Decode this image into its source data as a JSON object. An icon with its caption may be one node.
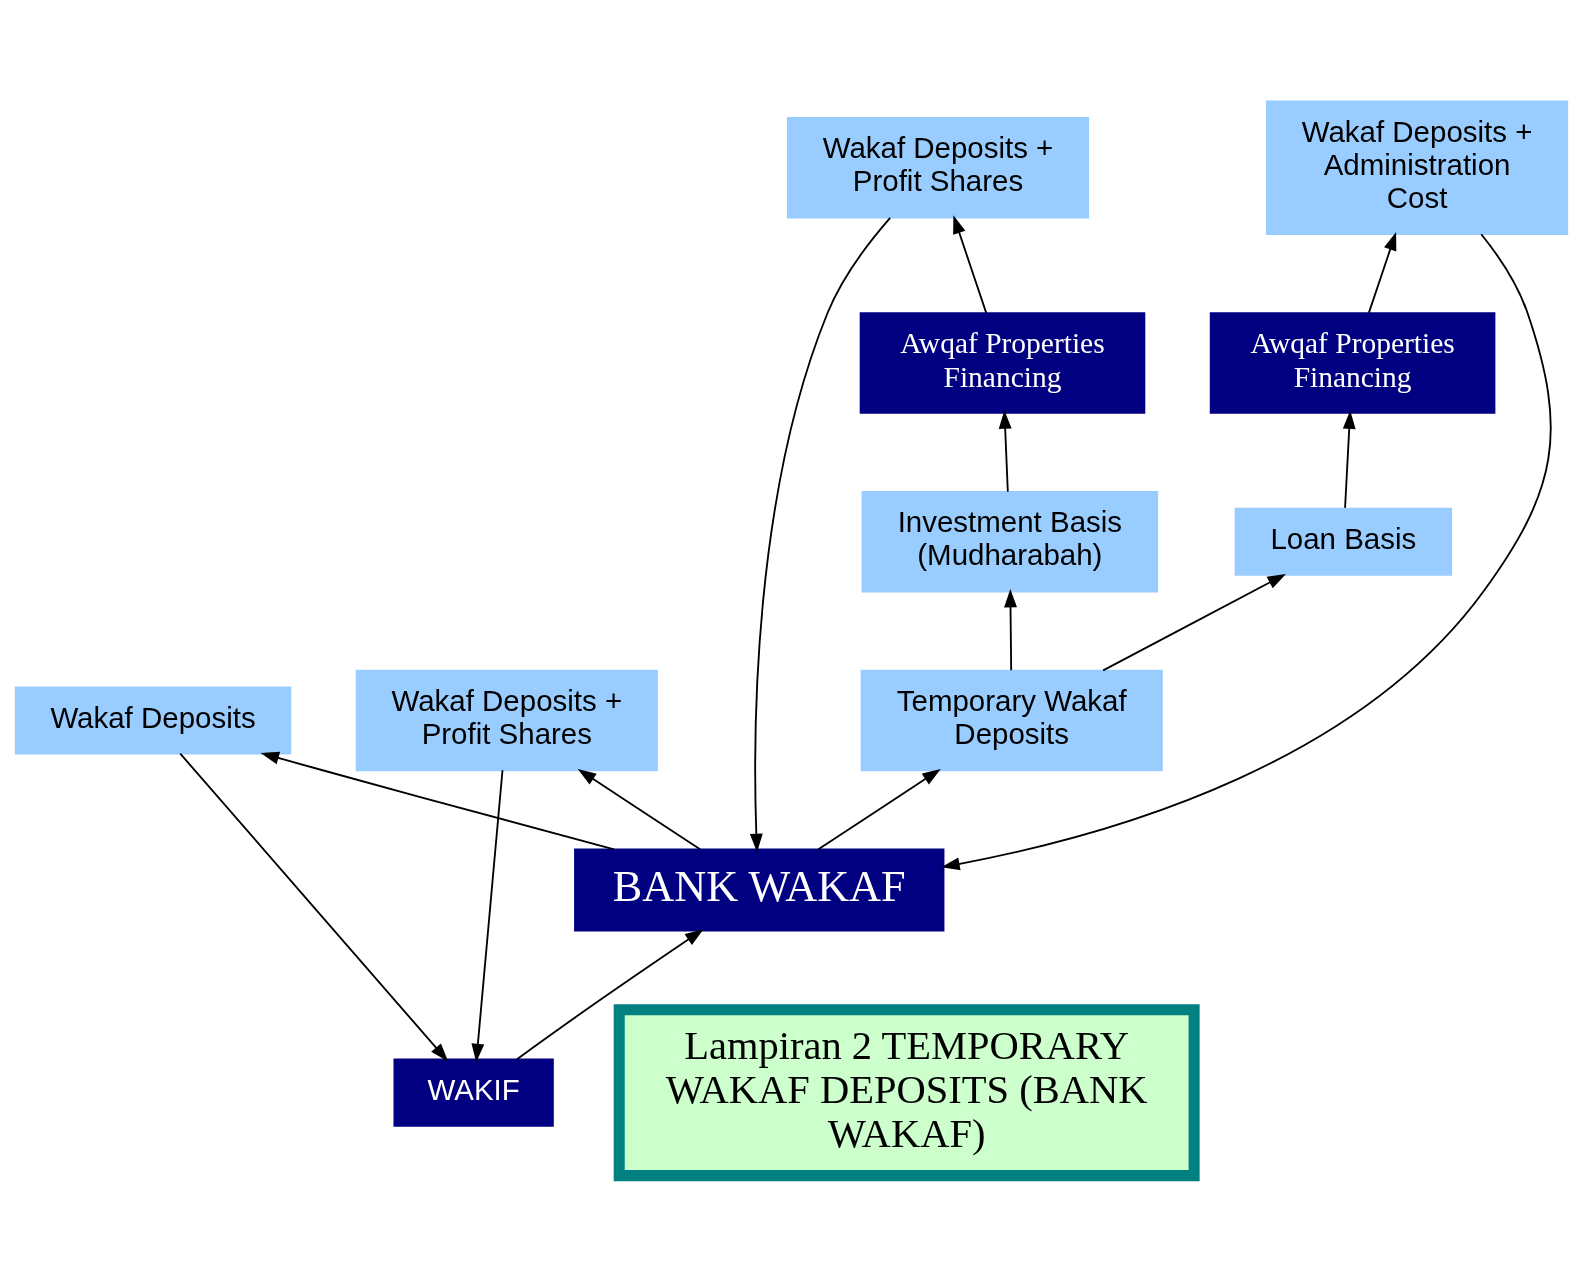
{
  "diagram": {
    "nodes": [
      {
        "text": [
          "WAKIF"
        ]
      },
      {
        "text": [
          "Wakaf Deposits"
        ]
      },
      {
        "text": [
          "Wakaf Deposits + Profit Shares"
        ]
      },
      {
        "text": [
          "BANK WAKAF"
        ]
      },
      {
        "text": [
          "Wakaf Deposits + Administration Cost"
        ]
      },
      {
        "text": [
          "Wakaf Deposits + Profit Shares"
        ]
      },
      {
        "text": [
          "Awqaf Properties Financing"
        ]
      },
      {
        "text": [
          "Awqaf Properties Financing"
        ]
      },
      {
        "text": [
          "Investment Basis (Mudharabah)"
        ]
      },
      {
        "text": [
          "Loan Basis"
        ]
      },
      {
        "text": [
          "Temporary Wakaf Deposits"
        ]
      },
      {
        "text": [
          "Lampiran 2 TEMPORARY WAKAF DEPOSITS (BANK WAKAF)"
        ]
      }
    ],
    "edges": [
      {
        "from": 0,
        "to": 3,
        "arrow": "to"
      },
      {
        "from": 3,
        "to": 2,
        "arrow": "to"
      },
      {
        "from": 2,
        "to": 0,
        "arrow": "to"
      },
      {
        "from": 3,
        "to": 1,
        "arrow": "to"
      },
      {
        "from": 1,
        "to": 0,
        "arrow": "to"
      },
      {
        "from": 4,
        "to": 3,
        "arrow": "to"
      },
      {
        "from": 5,
        "to": 3,
        "arrow": "to"
      },
      {
        "from": 6,
        "to": 5,
        "arrow": "to"
      },
      {
        "from": 7,
        "to": 4,
        "arrow": "to"
      },
      {
        "from": 8,
        "to": 6,
        "arrow": "to"
      },
      {
        "from": 9,
        "to": 7,
        "arrow": "to"
      },
      {
        "from": 10,
        "to": 8,
        "arrow": "to"
      },
      {
        "from": 10,
        "to": 9,
        "arrow": "to"
      },
      {
        "from": 3,
        "to": 10,
        "arrow": "to"
      }
    ]
  }
}
